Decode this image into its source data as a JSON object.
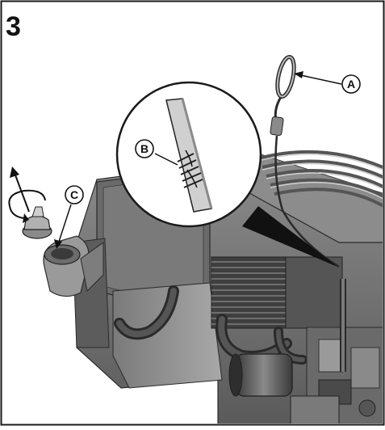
{
  "figure": {
    "step_number": "3",
    "callouts": {
      "a": "A",
      "b": "B",
      "c": "C"
    }
  },
  "colors": {
    "engine_dark": "#4a4a4a",
    "engine_mid": "#6e6e6e",
    "engine_light": "#a6a6a6",
    "border": "#1a1a1a"
  }
}
